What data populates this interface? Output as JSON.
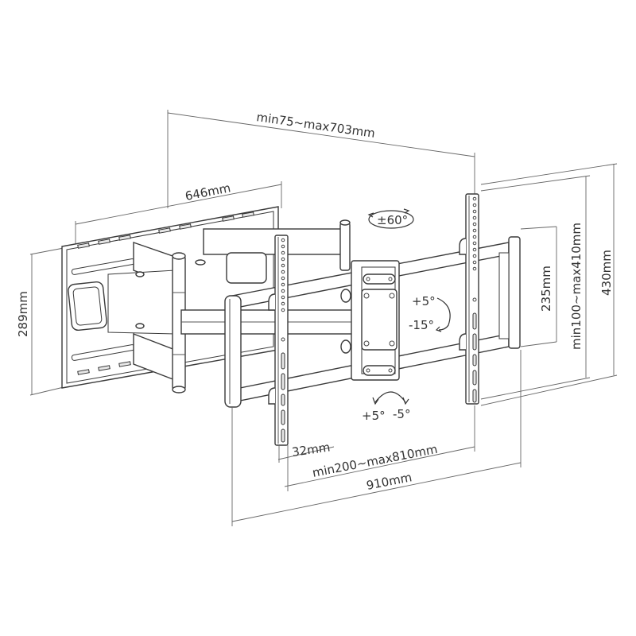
{
  "diagram": {
    "subject": "Full-motion TV wall mount bracket with dual articulating arms",
    "colors": {
      "line": "#3a3a3a",
      "dimension_line": "#666666",
      "text": "#333333",
      "background": "#ffffff"
    },
    "dimensions": {
      "extension_depth": "min75~max703mm",
      "wall_plate_width": "646mm",
      "wall_plate_height": "289mm",
      "vesa_vertical_inner": "235mm",
      "vesa_vertical_range": "min100~max410mm",
      "bracket_height": "430mm",
      "rail_width": "32mm",
      "vesa_horizontal_range": "min200~max810mm",
      "overall_width": "910mm"
    },
    "angles": {
      "swivel": "±60°",
      "tilt_up": "+5°",
      "tilt_down": "-15°",
      "level_plus": "+5°",
      "level_minus": "-5°"
    }
  }
}
